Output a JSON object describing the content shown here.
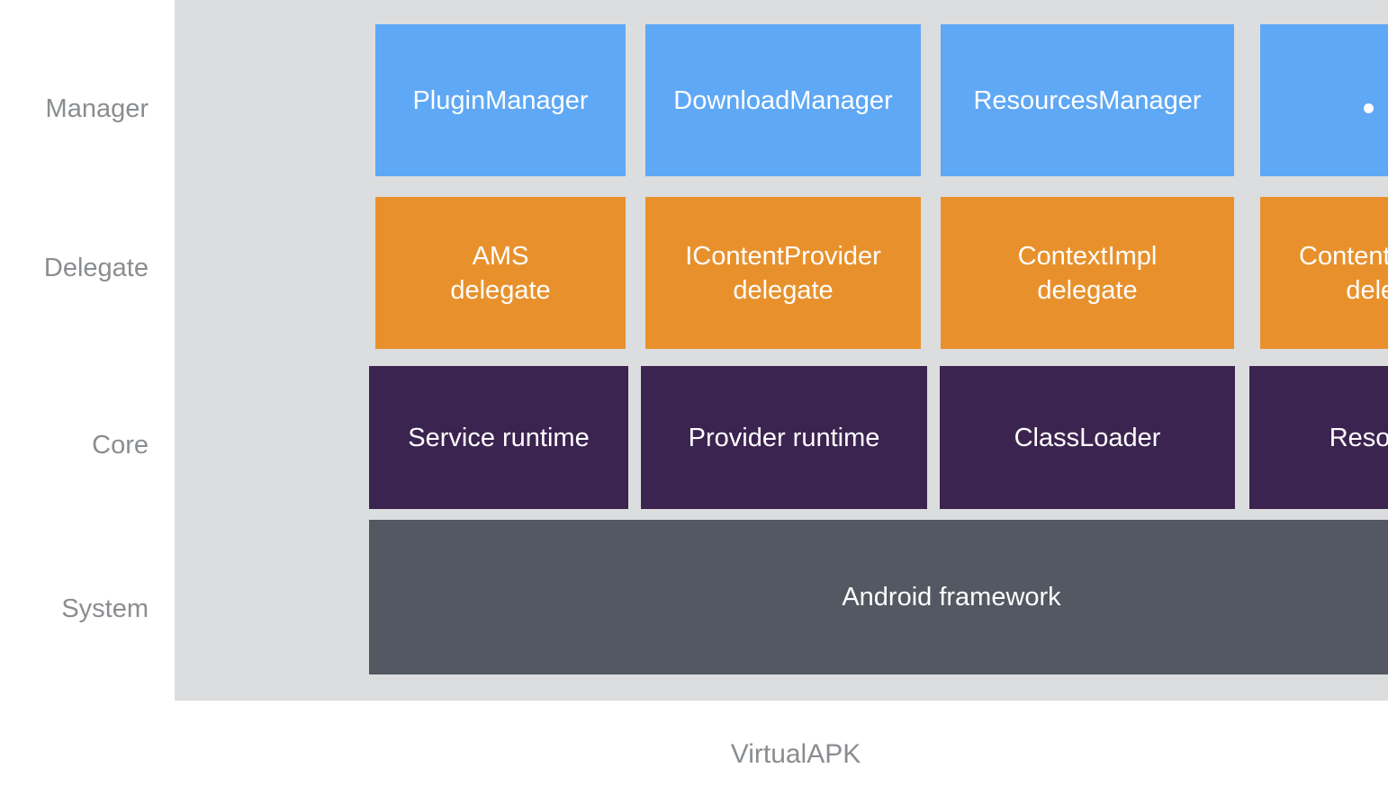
{
  "caption": "VirtualAPK",
  "colors": {
    "panel_background": "#dcdddf",
    "manager": "#5fa8f5",
    "delegate": "#e8912c",
    "core": "#3c2450",
    "system": "#535862",
    "label_text": "#8a8d90",
    "box_text": "#ffffff",
    "page_background": "#ffffff"
  },
  "rows": [
    {
      "label": "Manager",
      "boxes": [
        {
          "text": "PluginManager"
        },
        {
          "text": "DownloadManager"
        },
        {
          "text": "ResourcesManager"
        },
        {
          "text": "• • •"
        }
      ]
    },
    {
      "label": "Delegate",
      "boxes": [
        {
          "text": "AMS\ndelegate"
        },
        {
          "text": "IContentProvider\ndelegate"
        },
        {
          "text": "ContextImpl\ndelegate"
        },
        {
          "text": "ContentResolver\ndelegate"
        }
      ]
    },
    {
      "label": "Core",
      "boxes": [
        {
          "text": "Service runtime"
        },
        {
          "text": "Provider runtime"
        },
        {
          "text": "ClassLoader"
        },
        {
          "text": "Resources"
        }
      ]
    },
    {
      "label": "System",
      "boxes": [
        {
          "text": "Android framework"
        }
      ]
    }
  ]
}
